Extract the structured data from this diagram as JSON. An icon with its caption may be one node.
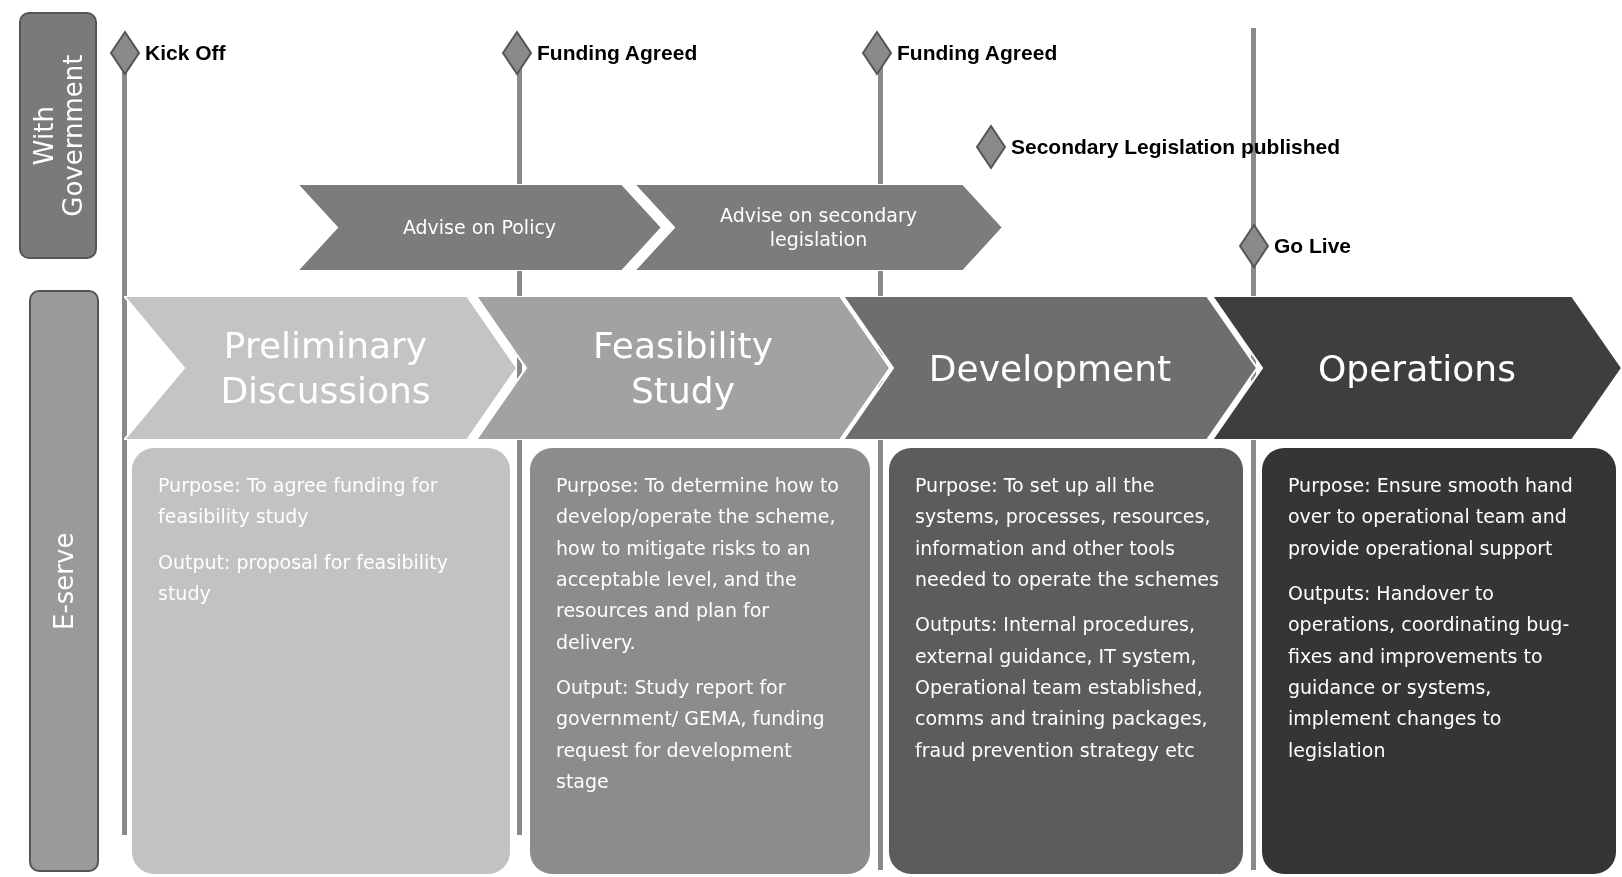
{
  "diagram": {
    "nodes": [
      {
        "text": [
          "With Government"
        ]
      },
      {
        "text": [
          "E-serve"
        ]
      },
      {
        "text": [
          "Kick Off"
        ]
      },
      {
        "text": [
          "Funding Agreed"
        ]
      },
      {
        "text": [
          "Funding Agreed"
        ]
      },
      {
        "text": [
          "Secondary Legislation published"
        ]
      },
      {
        "text": [
          "Go Live"
        ]
      },
      {
        "text": [
          "Advise on Policy"
        ]
      },
      {
        "text": [
          "Advise on secondary legislation"
        ]
      },
      {
        "text": [
          "Preliminary Discussions"
        ]
      },
      {
        "text": [
          "Feasibility Study"
        ]
      },
      {
        "text": [
          "Development"
        ]
      },
      {
        "text": [
          "Operations"
        ]
      },
      {
        "text": [
          "Purpose: To agree funding for feasibility study",
          "Output: proposal for feasibility study"
        ]
      },
      {
        "text": [
          "Purpose:  To determine how to develop/operate the scheme, how to mitigate risks to an acceptable level, and the resources and plan for delivery.",
          "Output: Study report for government/ GEMA, funding request for development stage"
        ]
      },
      {
        "text": [
          "Purpose: To set up all the systems, processes, resources, information and other tools needed to operate the schemes",
          "Outputs: Internal procedures, external guidance, IT system, Operational team established, comms and training packages, fraud prevention strategy etc"
        ]
      },
      {
        "text": [
          "Purpose: Ensure smooth hand over to operational team and provide operational support",
          "Outputs: Handover to operations,  coordinating bug-fixes and improvements to guidance or systems, implement changes to legislation"
        ]
      }
    ]
  }
}
